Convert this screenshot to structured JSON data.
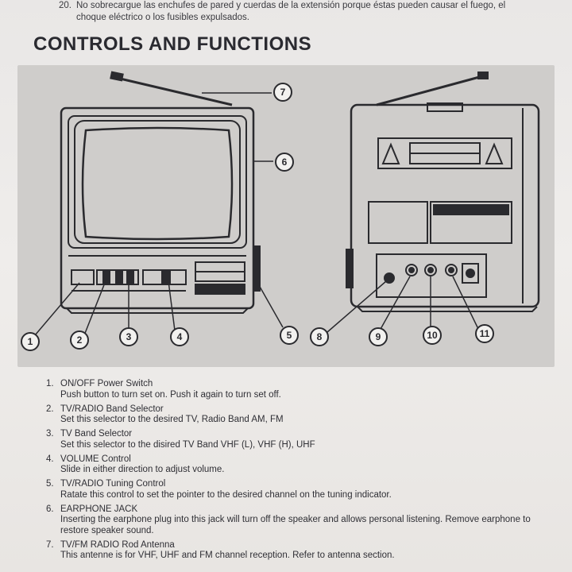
{
  "top_note": {
    "number": "20.",
    "line1": "No sobrecargue las enchufes de pared y cuerdas de la extensión porque éstas pueden causar el fuego, el",
    "line2": "choque eléctrico o los fusibles expulsados."
  },
  "heading": "CONTROLS AND FUNCTIONS",
  "callouts": [
    "1",
    "2",
    "3",
    "4",
    "5",
    "6",
    "7",
    "8",
    "9",
    "10",
    "11"
  ],
  "items": [
    {
      "num": "1.",
      "title": "ON/OFF Power Switch",
      "desc": "Push button to turn set on. Push it again to turn set off."
    },
    {
      "num": "2.",
      "title": "TV/RADIO Band Selector",
      "desc": "Set this selector to the desired TV, Radio Band AM, FM"
    },
    {
      "num": "3.",
      "title": "TV Band Selector",
      "desc": "Set this selector to the disired TV Band VHF (L), VHF (H), UHF"
    },
    {
      "num": "4.",
      "title": "VOLUME Control",
      "desc": "Slide in either direction to adjust volume."
    },
    {
      "num": "5.",
      "title": "TV/RADIO Tuning Control",
      "desc": "Ratate this control to set the pointer to the desired channel on the tuning indicator."
    },
    {
      "num": "6.",
      "title": "EARPHONE JACK",
      "desc": "Inserting the earphone plug into this jack will turn off the speaker and allows personal listening. Remove earphone to restore speaker sound."
    },
    {
      "num": "7.",
      "title": "TV/FM RADIO Rod Antenna",
      "desc": "This antenne is for VHF, UHF and FM channel reception. Refer to antenna section."
    }
  ]
}
